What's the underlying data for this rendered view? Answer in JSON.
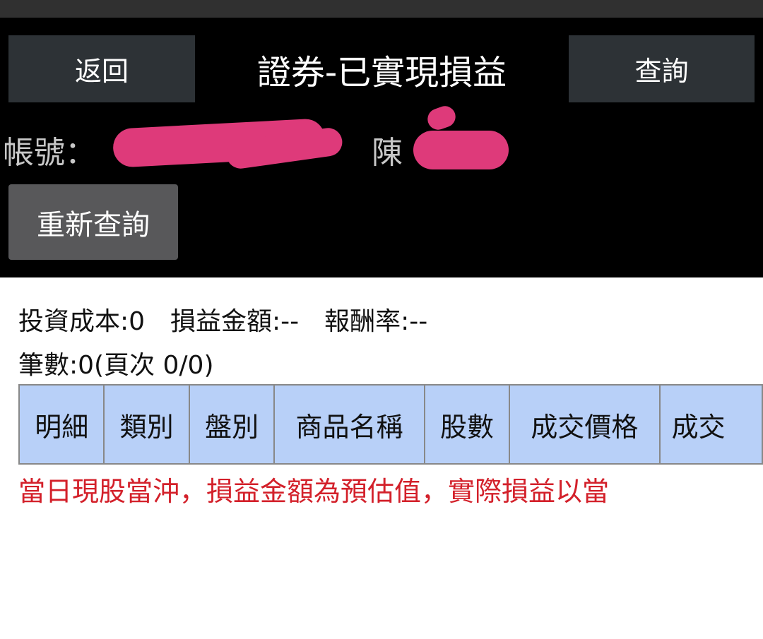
{
  "header": {
    "back_label": "返回",
    "title": "證券-已實現損益",
    "query_label": "查詢"
  },
  "account": {
    "label": "帳號：",
    "name_prefix": "陳"
  },
  "requery_label": "重新查詢",
  "summary": {
    "cost": "投資成本:0",
    "pnl": "損益金額:--",
    "return_rate": "報酬率:--",
    "count": "筆數:0(頁次 0/0)"
  },
  "table": {
    "columns": [
      "明細",
      "類別",
      "盤別",
      "商品名稱",
      "股數",
      "成交價格",
      "成交"
    ]
  },
  "note": "當日現股當沖，損益金額為預估值，實際損益以當",
  "colors": {
    "header_bg": "#b8d0f8",
    "note": "#d3202a",
    "redaction": "#de3a7a"
  }
}
